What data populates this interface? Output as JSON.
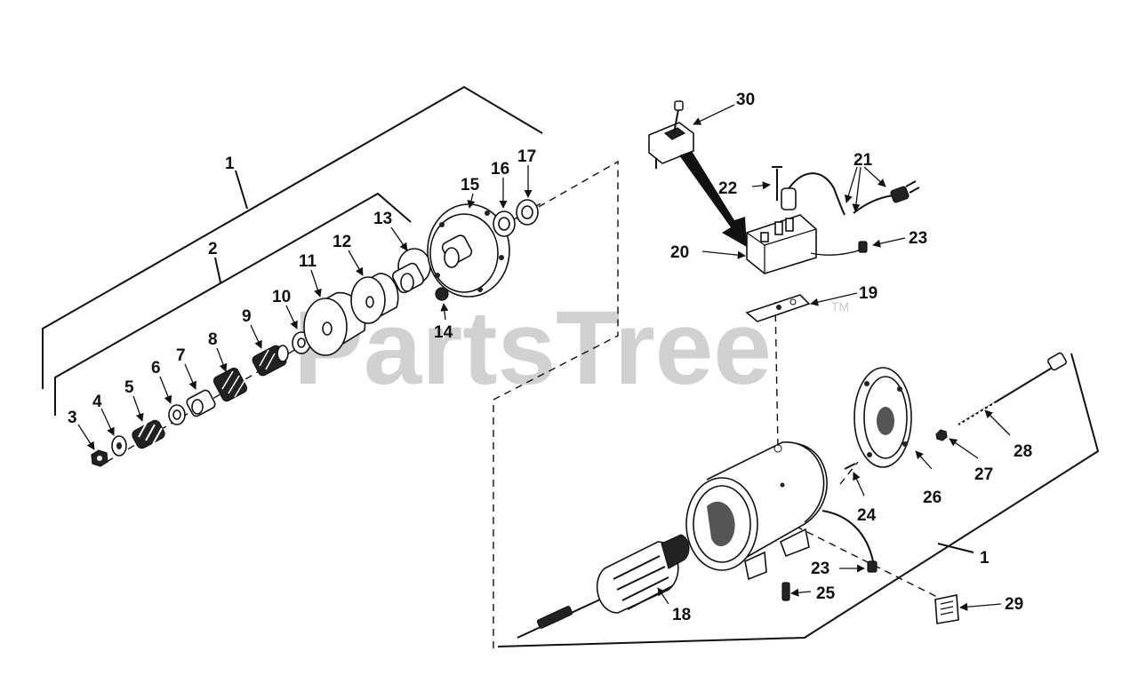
{
  "watermark": {
    "text": "PartsTree",
    "mark": "TM"
  },
  "callouts": {
    "c1a": "1",
    "c2": "2",
    "c3": "3",
    "c4": "4",
    "c5": "5",
    "c6": "6",
    "c7": "7",
    "c8": "8",
    "c9": "9",
    "c10": "10",
    "c11": "11",
    "c12": "12",
    "c13": "13",
    "c14": "14",
    "c15": "15",
    "c16": "16",
    "c17": "17",
    "c18": "18",
    "c19": "19",
    "c20": "20",
    "c21": "21",
    "c22": "22",
    "c23a": "23",
    "c23b": "23",
    "c24": "24",
    "c25": "25",
    "c26": "26",
    "c27": "27",
    "c28": "28",
    "c29": "29",
    "c30": "30",
    "c1b": "1"
  },
  "colors": {
    "ink": "#111111",
    "watermark": "#c9c9c9",
    "paper": "#ffffff"
  }
}
